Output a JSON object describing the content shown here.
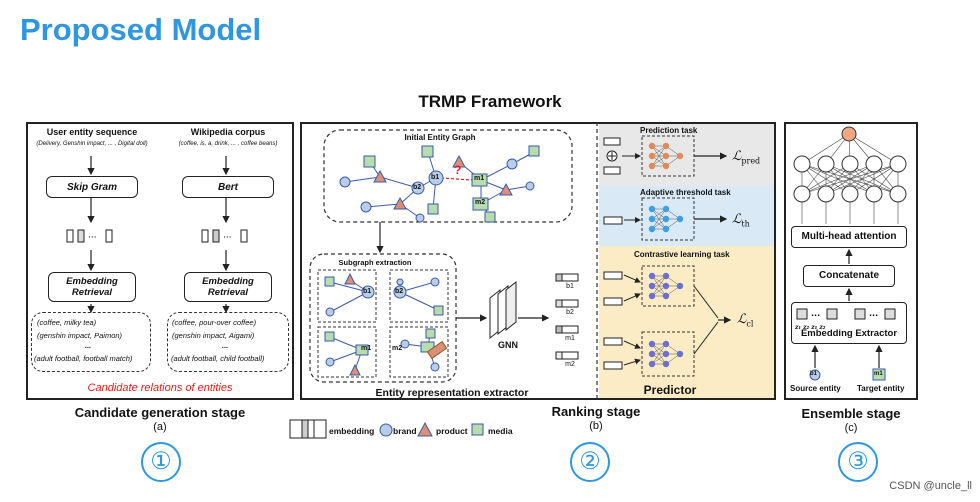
{
  "heading": "Proposed Model",
  "framework_title": "TRMP Framework",
  "candidate": {
    "col1_title": "User entity sequence",
    "col1_sub": "(Delivery, Genshin impact, ... , Digital doll)",
    "col2_title": "Wikipedia corpus",
    "col2_sub": "(coffee, is, a, drink, ... , coffee beans)",
    "model1": "Skip Gram",
    "model2": "Bert",
    "retrieval1": "Embedding Retrieval",
    "retrieval2": "Embedding Retrieval",
    "relations1": [
      "(coffee, milky tea)",
      "(genshin impact, Paimon)",
      "...",
      "(adult football, football  match)"
    ],
    "relations2": [
      "(coffee, pour-over coffee)",
      "(genshin impact, Aigami)",
      "...",
      "(adult football, child football)"
    ],
    "candidate_label": "Candidate relations of entities",
    "stage": "Candidate generation stage",
    "stage_sub": "(a)",
    "number": "①"
  },
  "ranking": {
    "graph_title": "Initial Entity Graph",
    "subgraph_title": "Subgraph extraction",
    "gnn": "GNN",
    "extractor": "Entity representation extractor",
    "embed_labels": [
      "b1",
      "b2",
      "m1",
      "m2"
    ],
    "node_labels": {
      "b1": "b1",
      "b2": "b2",
      "m1": "m1",
      "m2": "m2",
      "question": "?"
    },
    "stage": "Ranking stage",
    "stage_sub": "(b)",
    "number": "②"
  },
  "predictor": {
    "task1": "Prediction task",
    "task2": "Adaptive threshold task",
    "task3": "Contrastive learning task",
    "loss1_main": "ℒ",
    "loss1_sub": "pred",
    "loss2_main": "ℒ",
    "loss2_sub": "th",
    "loss3_main": "ℒ",
    "loss3_sub": "cl",
    "title": "Predictor",
    "plus": "⊕",
    "colors": {
      "gray": "#e8e8e8",
      "blue": "#d9e9f6",
      "yellow": "#fcecc6",
      "node_orange": "#e08a5a",
      "node_blue": "#3d9ee0",
      "node_purple": "#6a6fd0"
    }
  },
  "legend": {
    "embedding": "embedding",
    "brand": "brand",
    "product": "product",
    "media": "media",
    "colors": {
      "brand": "#b9cde8",
      "product": "#d98f78",
      "media": "#b7dcae"
    }
  },
  "ensemble": {
    "attention": "Multi-head attention",
    "concat": "Concatenate",
    "extractor": "Embedding Extractor",
    "source": "Source entity",
    "target": "Target entity",
    "b1": "b1",
    "m1": "m1",
    "stage": "Ensemble stage",
    "stage_sub": "(c)",
    "number": "③",
    "top_node_color": "#f0a882"
  },
  "watermark": "CSDN @uncle_ll"
}
